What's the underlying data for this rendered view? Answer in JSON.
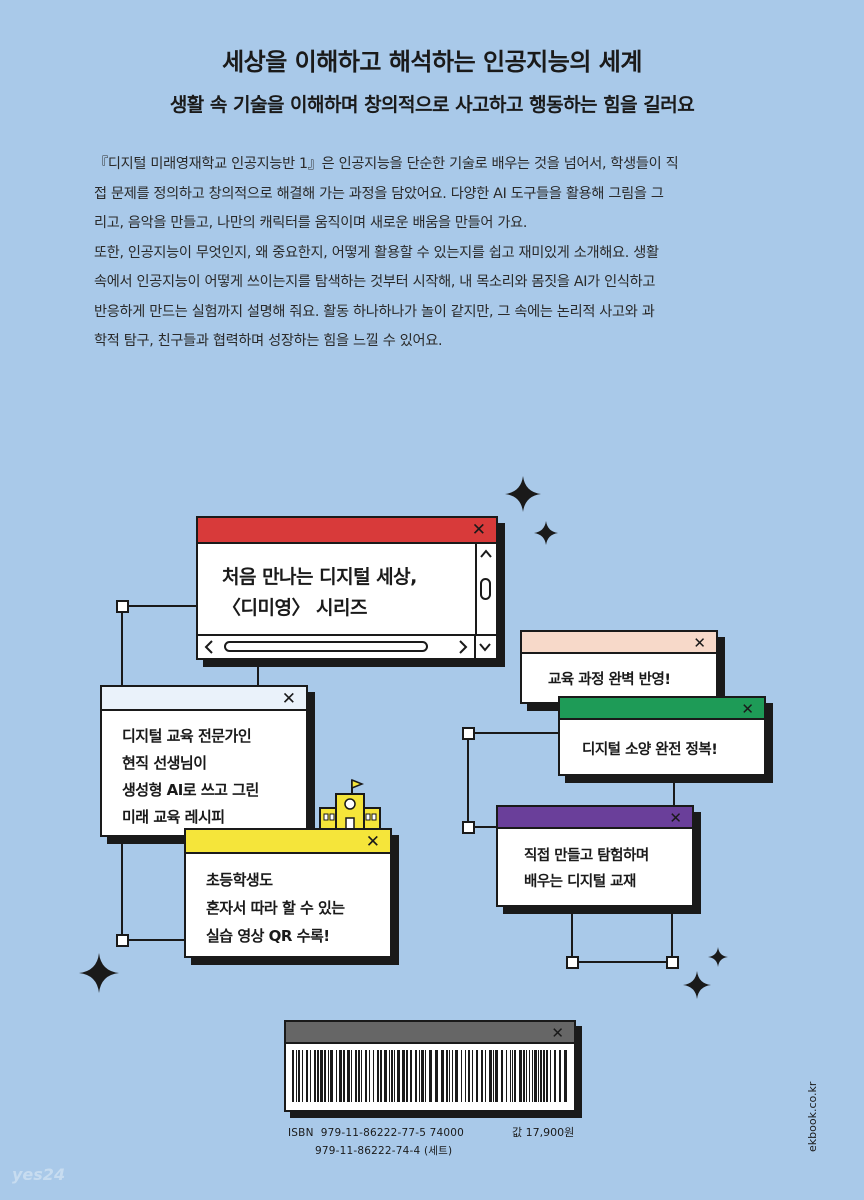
{
  "heading": {
    "title": "세상을 이해하고 해석하는 인공지능의 세계",
    "subtitle": "생활 속 기술을 이해하며 창의적으로 사고하고 행동하는 힘을 길러요"
  },
  "description": {
    "paragraph1_lines": [
      "『디지털 미래영재학교 인공지능반 1』은 인공지능을 단순한 기술로 배우는 것을 넘어서, 학생들이 직",
      "접 문제를 정의하고 창의적으로 해결해 가는 과정을 담았어요. 다양한 AI 도구들을 활용해 그림을 그",
      "리고, 음악을 만들고, 나만의 캐릭터를 움직이며 새로운 배움을 만들어 가요."
    ],
    "paragraph2_lines": [
      "또한, 인공지능이 무엇인지, 왜 중요한지, 어떻게 활용할 수 있는지를 쉽고 재미있게 소개해요. 생활",
      "속에서 인공지능이 어떻게 쓰이는지를 탐색하는 것부터 시작해, 내 목소리와 몸짓을 AI가 인식하고",
      "반응하게 만드는 실험까지 설명해 줘요. 활동 하나하나가 놀이 같지만, 그 속에는 논리적 사고와 과",
      "학적 탐구, 친구들과 협력하며 성장하는 힘을 느낄 수 있어요."
    ]
  },
  "windows": {
    "series": {
      "line1": "처음 만나는 디지털 세상,",
      "line2": "〈디미영〉 시리즈",
      "color": "#d83a3a"
    },
    "teacher": {
      "lines": [
        "디지털 교육 전문가인",
        "현직 선생님이",
        "생성형 AI로 쓰고 그린",
        "미래 교육 레시피"
      ],
      "color": "#eaf2fa"
    },
    "video": {
      "lines": [
        "초등학생도",
        "혼자서 따라 할 수 있는",
        "실습 영상 QR 수록!"
      ],
      "color": "#f5e53a"
    },
    "curriculum": {
      "text": "교육 과정 완벽 반영!",
      "color": "#f7d9c9"
    },
    "literacy": {
      "text": "디지털 소양 완전 정복!",
      "color": "#1e9b57"
    },
    "textbook": {
      "lines": [
        "직접 만들고 탐험하며",
        "배우는 디지털 교재"
      ],
      "color": "#6a3f9a"
    },
    "barcode": {
      "color": "#666666"
    },
    "close_symbol": "✕"
  },
  "book_info": {
    "isbn_label": "ISBN",
    "isbn_1": "979-11-86222-77-5 74000",
    "isbn_2": "979-11-86222-74-4 (세트)",
    "price": "값 17,900원",
    "publisher_url": "ekbook.co.kr",
    "watermark": "yes24"
  }
}
